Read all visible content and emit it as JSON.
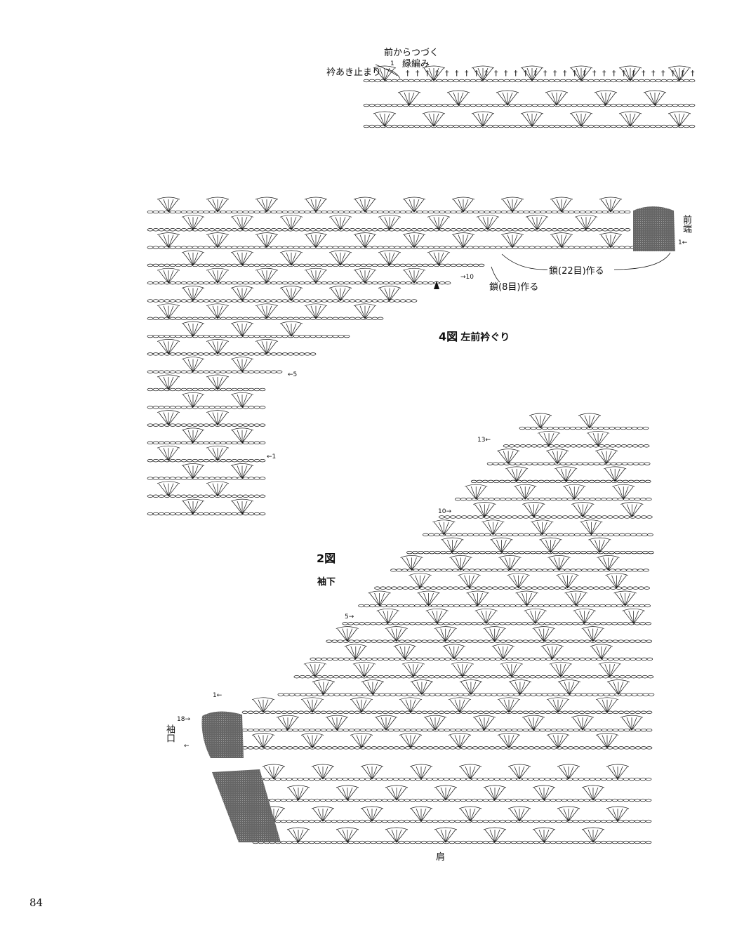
{
  "edging": {
    "continue_from_front": "前からつづく",
    "title": "縁編み",
    "collar_stop": "衿あき止まり",
    "row1": "1"
  },
  "figure4": {
    "number": "4図",
    "title": "左前衿ぐり",
    "front_edge": "前端",
    "row1_top": "1←",
    "chain22": "鎖(22目)作る",
    "chain8": "鎖(8目)作る",
    "row10": "→10",
    "row5": "←5",
    "row1": "←1"
  },
  "figure2": {
    "number": "2図",
    "title": "袖下",
    "row13": "13←",
    "row10": "10→",
    "row5": "5→",
    "row1": "1←",
    "row18": "18→",
    "cuff": "袖口",
    "cuff_arrow": "←",
    "shoulder": "肩"
  },
  "page_number": "84"
}
